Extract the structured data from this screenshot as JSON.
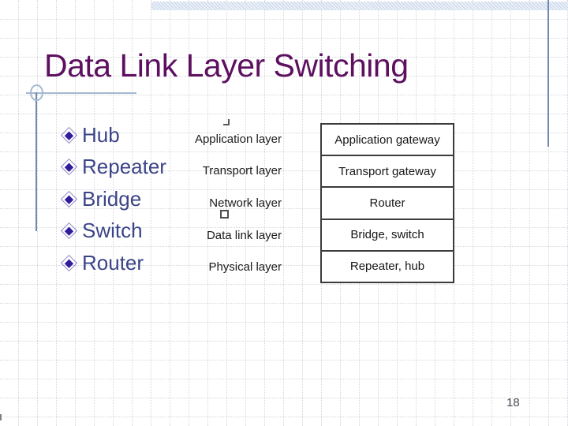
{
  "slide": {
    "title": "Data Link Layer Switching",
    "page_number": "18",
    "bullets": [
      {
        "label": "Hub"
      },
      {
        "label": "Repeater"
      },
      {
        "label": "Bridge"
      },
      {
        "label": "Switch"
      },
      {
        "label": "Router"
      }
    ],
    "figure": {
      "rows": [
        {
          "layer": "Application layer",
          "device": "Application gateway"
        },
        {
          "layer": "Transport layer",
          "device": "Transport gateway"
        },
        {
          "layer": "Network layer",
          "device": "Router"
        },
        {
          "layer": "Data link layer",
          "device": "Bridge, switch"
        },
        {
          "layer": "Physical layer",
          "device": "Repeater, hub"
        }
      ]
    }
  },
  "colors": {
    "title_color": "#5d1060",
    "bullet_text": "#3c4487",
    "bullet_diamond": "#2f1d9e",
    "accent_line": "#7289ae",
    "ornament_line": "#a3b8d2"
  }
}
